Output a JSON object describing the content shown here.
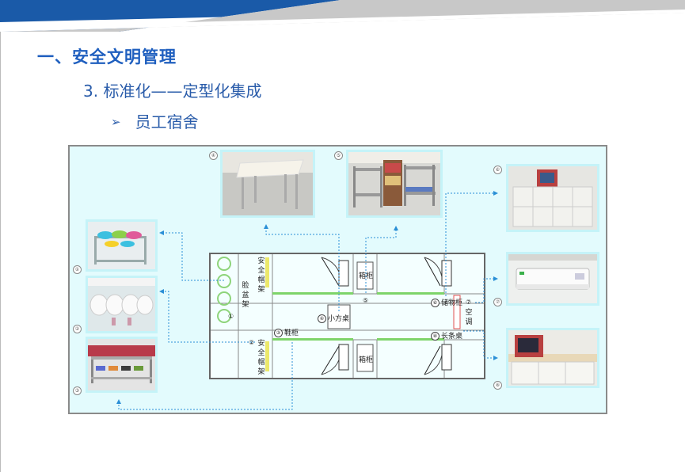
{
  "header": {
    "section_title": "一、安全文明管理",
    "subsection_title": "3.  标准化——定型化集成",
    "bullet_arrow": "➢",
    "bullet_text": "员工宿舍"
  },
  "photos": [
    {
      "num": "①",
      "subject": "wash-basin-rack-photo"
    },
    {
      "num": "②",
      "subject": "safety-helmet-rack-photo"
    },
    {
      "num": "③",
      "subject": "shoe-cabinet-photo"
    },
    {
      "num": "④",
      "subject": "small-table-photo"
    },
    {
      "num": "⑤",
      "subject": "bunk-bed-photo"
    },
    {
      "num": "⑥",
      "subject": "storage-cabinet-photo"
    },
    {
      "num": "⑦",
      "subject": "air-conditioner-photo"
    },
    {
      "num": "⑧",
      "subject": "long-desk-photo"
    }
  ],
  "plan": {
    "basin_rack": [
      "脸",
      "盆",
      "架"
    ],
    "helmet_rack_top": [
      "安",
      "全",
      "帽",
      "架"
    ],
    "helmet_rack_bottom": [
      "安",
      "全",
      "帽",
      "架"
    ],
    "locker_top": "箱柜",
    "locker_bottom": "箱柜",
    "small_table": "小方桌",
    "shoe_cabinet": "鞋柜",
    "storage_cabinet": "储物柜",
    "long_desk": "长条桌",
    "air_conditioner": [
      "空",
      "调"
    ],
    "marker_1": "①",
    "marker_2": "②",
    "marker_3": "③",
    "marker_4": "④",
    "marker_5": "⑤",
    "marker_6": "⑥",
    "marker_7": "⑦",
    "marker_8": "⑧"
  },
  "colors": {
    "title_blue": "#1f5fbf",
    "band_blue": "#1a5aa8",
    "band_gray": "#c8c8c8",
    "panel_bg": "#e3fbfd",
    "dashed_line": "#2a8fd6"
  }
}
